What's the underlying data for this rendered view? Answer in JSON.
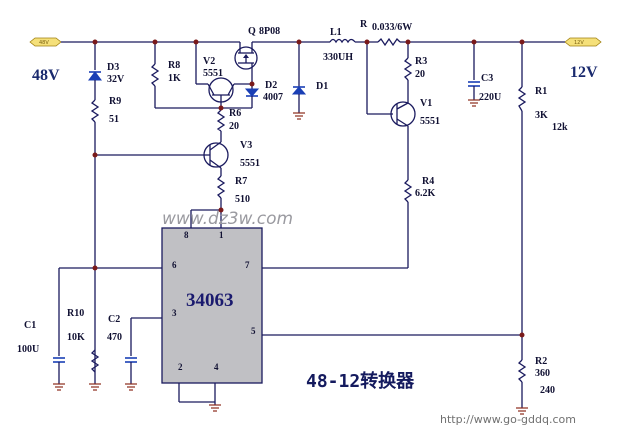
{
  "diagram": {
    "title": "48-12转换器",
    "ic_name": "34063",
    "watermark": "www.dz3w.com",
    "url": "http://www.go-gddq.com",
    "input_label": "48V",
    "output_label": "12V",
    "input_port": "48V",
    "output_port": "12V",
    "ic_pins": {
      "p1": "1",
      "p2": "2",
      "p3": "3",
      "p4": "4",
      "p5": "5",
      "p6": "6",
      "p7": "7",
      "p8": "8"
    },
    "components": {
      "D3": {
        "ref": "D3",
        "value": "32V"
      },
      "R9": {
        "ref": "R9",
        "value": "51"
      },
      "R8": {
        "ref": "R8",
        "value": "1K"
      },
      "V2": {
        "ref": "V2",
        "value": "5551"
      },
      "Q": {
        "ref": "Q",
        "value": "8P08"
      },
      "D2": {
        "ref": "D2",
        "value": "4007"
      },
      "R6": {
        "ref": "R6",
        "value": "20"
      },
      "D1": {
        "ref": "D1"
      },
      "L1": {
        "ref": "L1",
        "value": "330UH"
      },
      "R": {
        "ref": "R",
        "value": "0.033/6W"
      },
      "R3": {
        "ref": "R3",
        "value": "20"
      },
      "V1": {
        "ref": "V1",
        "value": "5551"
      },
      "C3": {
        "ref": "C3",
        "value": "220U"
      },
      "R1": {
        "ref": "R1",
        "value": "3K",
        "alt": "12k"
      },
      "V3": {
        "ref": "V3",
        "value": "5551"
      },
      "R7": {
        "ref": "R7",
        "value": "510"
      },
      "R4": {
        "ref": "R4",
        "value": "6.2K"
      },
      "C1": {
        "ref": "C1",
        "value": "100U"
      },
      "R10": {
        "ref": "R10",
        "value": "10K"
      },
      "C2": {
        "ref": "C2",
        "value": "470"
      },
      "R2": {
        "ref": "R2",
        "value": "360",
        "alt": "240"
      }
    }
  },
  "colors": {
    "wire": "#1a1a5e",
    "component": "#1a3fb5",
    "junction": "#7a1a1a",
    "ic_fill": "#c0c0c4",
    "port": "#f5e07a"
  }
}
